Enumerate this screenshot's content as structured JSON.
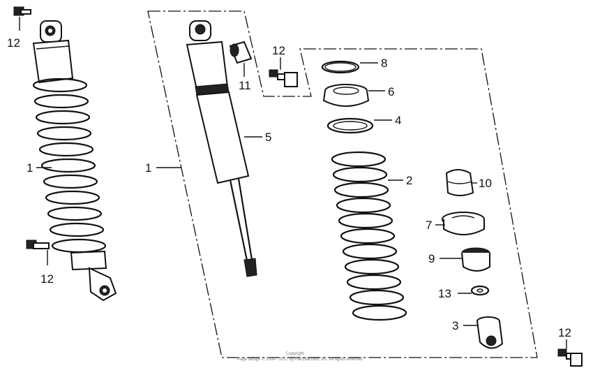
{
  "callouts": {
    "c12_top_left": "12",
    "c1_left": "1",
    "c12_mid_left": "12",
    "c1_center": "1",
    "c5": "5",
    "c11": "11",
    "c12_top_center": "12",
    "c8": "8",
    "c6": "6",
    "c4": "4",
    "c2": "2",
    "c10": "10",
    "c7": "7",
    "c9": "9",
    "c13": "13",
    "c3": "3",
    "c12_bottom_right": "12"
  },
  "copyright": {
    "line1": "Copyright",
    "line2": "Page design © 2004 - 2017 by Partzilla.com, Inc. All rights reserved"
  }
}
